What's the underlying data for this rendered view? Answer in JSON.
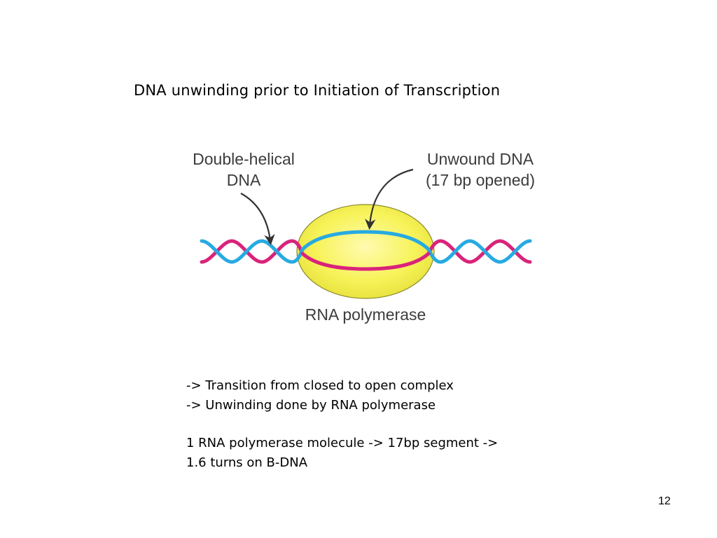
{
  "slide": {
    "title": "DNA unwinding prior to Initiation of Transcription",
    "page_number": "12"
  },
  "figure": {
    "label_double_helical_line1": "Double-helical",
    "label_double_helical_line2": "DNA",
    "label_unwound_line1": "Unwound DNA",
    "label_unwound_line2": "(17 bp opened)",
    "label_polymerase": "RNA polymerase",
    "colors": {
      "strand_template": "#d9237b",
      "strand_coding": "#27aae1",
      "polymerase_fill": "#f5f150",
      "arrow": "#333333"
    }
  },
  "notes": {
    "line1": "-> Transition from closed to open complex",
    "line2": "-> Unwinding done by RNA polymerase",
    "line3": "1 RNA polymerase molecule -> 17bp segment ->",
    "line4": "1.6 turns on B-DNA"
  }
}
